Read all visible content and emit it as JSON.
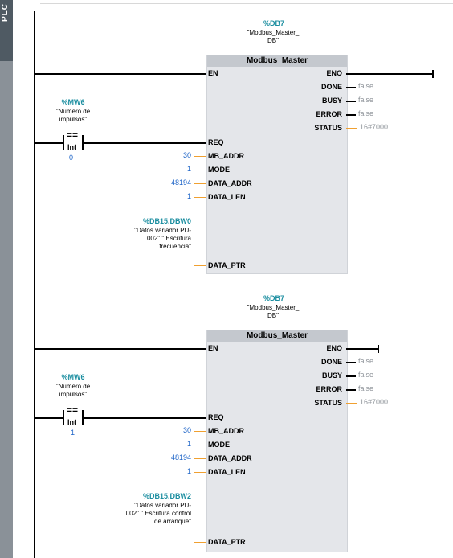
{
  "sidebar": {
    "label": "PLC"
  },
  "networks": [
    {
      "db_name": "%DB7",
      "db_comment": "\"Modbus_Master_ DB\"",
      "block_title": "Modbus_Master",
      "tag_name": "%MW6",
      "tag_comment": "\"Numero de impulsos\"",
      "contact_op": "==",
      "contact_type": "Int",
      "compare_value": "0",
      "pins_in": [
        "EN",
        "REQ",
        "MB_ADDR",
        "MODE",
        "DATA_ADDR",
        "DATA_LEN",
        "DATA_PTR"
      ],
      "pins_out": [
        "ENO",
        "DONE",
        "BUSY",
        "ERROR",
        "STATUS"
      ],
      "values_in": {
        "mb_addr": "30",
        "mode": "1",
        "data_addr": "48194",
        "data_len": "1"
      },
      "values_out": {
        "done": "false",
        "busy": "false",
        "error": "false",
        "status": "16#7000"
      },
      "ptr_name": "%DB15.DBW0",
      "ptr_comment": "\"Datos variador PU-002\".\" Escritura frecuencia\""
    },
    {
      "db_name": "%DB7",
      "db_comment": "\"Modbus_Master_ DB\"",
      "block_title": "Modbus_Master",
      "tag_name": "%MW6",
      "tag_comment": "\"Numero de impulsos\"",
      "contact_op": "==",
      "contact_type": "Int",
      "compare_value": "1",
      "pins_in": [
        "EN",
        "REQ",
        "MB_ADDR",
        "MODE",
        "DATA_ADDR",
        "DATA_LEN",
        "DATA_PTR"
      ],
      "pins_out": [
        "ENO",
        "DONE",
        "BUSY",
        "ERROR",
        "STATUS"
      ],
      "values_in": {
        "mb_addr": "30",
        "mode": "1",
        "data_addr": "48194",
        "data_len": "1"
      },
      "values_out": {
        "done": "false",
        "busy": "false",
        "error": "false",
        "status": "16#7000"
      },
      "ptr_name": "%DB15.DBW2",
      "ptr_comment": "\"Datos variador PU-002\".\" Escritura control de arranque\""
    }
  ]
}
